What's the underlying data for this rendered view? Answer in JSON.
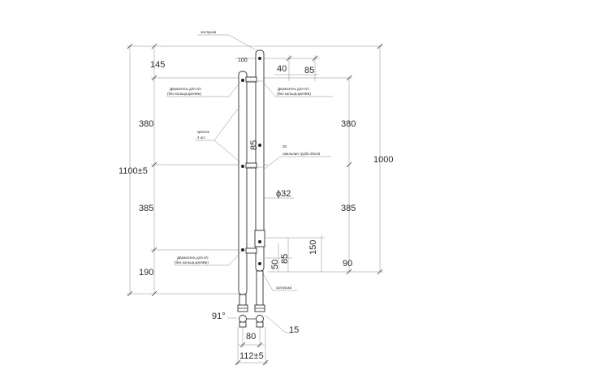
{
  "drawing": {
    "dimensions": {
      "left_145": "145",
      "left_380": "380",
      "left_385": "385",
      "left_190": "190",
      "left_total": "1100±5",
      "right_380": "380",
      "right_385": "385",
      "right_total": "1000",
      "top_100": "100",
      "top_40": "40",
      "top_85": "85",
      "mid_85": "85",
      "diameter": "ϕ32",
      "low_150": "150",
      "low_50": "50",
      "low_85": "85",
      "low_90": "90",
      "angle": "91°",
      "bottom_80": "80",
      "bottom_15": "15",
      "bottom_112": "112±5",
      "mid_30": "30"
    },
    "annotations": {
      "top_cap": "заглушка",
      "holder_left_top_1": "Держатель для п/с",
      "holder_left_top_2": "(без кольца,крепёж)",
      "holder_right_top_1": "Держатель для п/с",
      "holder_right_top_2": "(без кольца,крепёж)",
      "hook_1": "крючок",
      "hook_2": "4 шт.",
      "oval_pipe": "овальная труба 30x15",
      "holder_left_bottom_1": "Держатель для п/с",
      "holder_left_bottom_2": "(без кольца,крепёж)",
      "bottom_cap": "заглушка"
    }
  }
}
